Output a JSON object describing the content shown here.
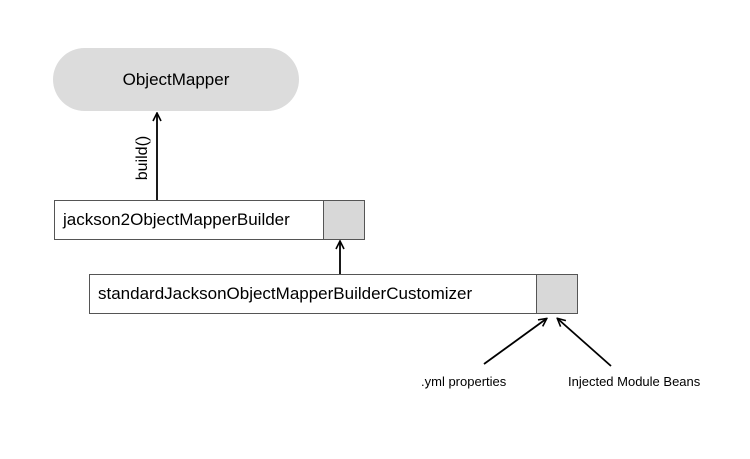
{
  "nodes": {
    "object_mapper": "ObjectMapper",
    "builder": "jackson2ObjectMapperBuilder",
    "customizer": "standardJacksonObjectMapperBuilderCustomizer"
  },
  "edges": {
    "build_label": "build()"
  },
  "inputs": {
    "yml_properties": ".yml properties",
    "module_beans": "Injected Module Beans"
  },
  "colors": {
    "node_fill": "#dcdcdc",
    "slot_fill": "#d8d8d8",
    "border": "#555555",
    "arrow": "#000000"
  }
}
